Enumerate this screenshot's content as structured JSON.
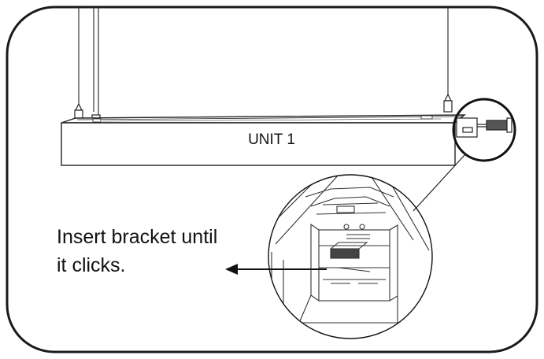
{
  "diagram": {
    "unit_label": "UNIT 1",
    "instruction_lines": [
      "Insert bracket until",
      "it clicks."
    ]
  },
  "colors": {
    "stroke": "#222222",
    "text": "#111111",
    "background": "#ffffff"
  }
}
